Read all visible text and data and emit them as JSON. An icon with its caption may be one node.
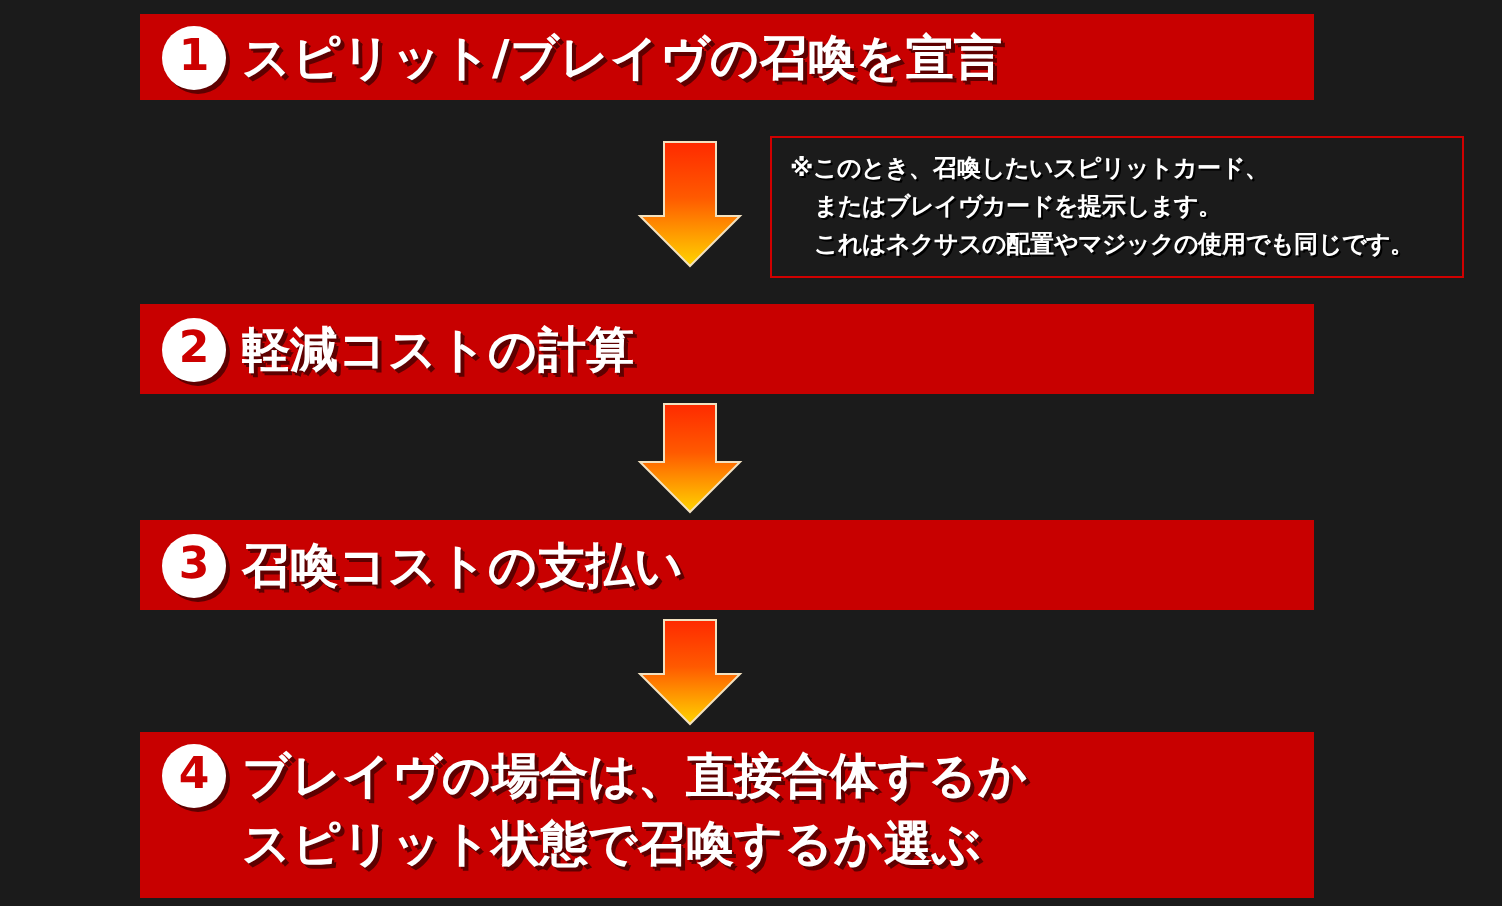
{
  "diagram": {
    "nodes": [
      {
        "text": [
          "1",
          "スピリット/ブレイヴの召喚を宣言"
        ]
      },
      {
        "text": [
          "※このとき、召喚したいスピリットカード、またはブレイヴカードを提示します。",
          "これはネクサスの配置やマジックの使用でも同じです。"
        ]
      },
      {
        "text": [
          "2",
          "軽減コストの計算"
        ]
      },
      {
        "text": [
          "3",
          "召喚コストの支払い"
        ]
      },
      {
        "text": [
          "4",
          "ブレイヴの場合は、直接合体するかスピリット状態で召喚するか選ぶ"
        ]
      }
    ],
    "edges": [
      {
        "from": 0,
        "to": 2,
        "arrow": "to"
      },
      {
        "from": 2,
        "to": 3,
        "arrow": "to"
      },
      {
        "from": 3,
        "to": 4,
        "arrow": "to"
      }
    ]
  }
}
